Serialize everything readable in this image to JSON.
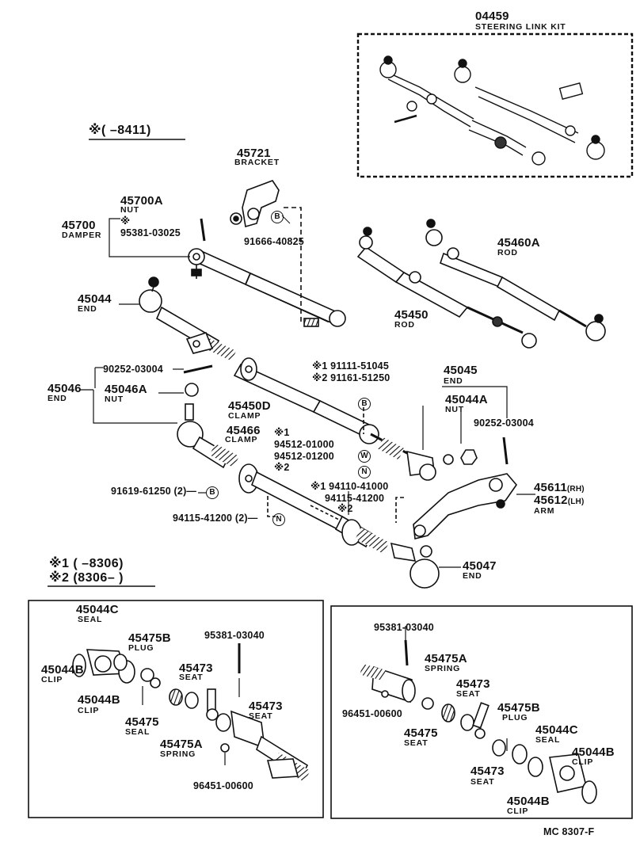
{
  "kit": {
    "part": "04459",
    "name": "STEERING LINK KIT"
  },
  "range_main": "※(    –8411)",
  "bracket": {
    "part": "45721",
    "name": "BRACKET"
  },
  "nut_a": {
    "part": "45700A",
    "name": "NUT"
  },
  "damper": {
    "part": "45700",
    "name": "DAMPER"
  },
  "damper_mark": "※",
  "bolt_95381_03025": "95381-03025",
  "p91666": "91666-40825",
  "circ_b": "B",
  "circ_n": "N",
  "circ_w": "W",
  "rod_a": {
    "part": "45460A",
    "name": "ROD"
  },
  "rod": {
    "part": "45450",
    "name": "ROD"
  },
  "end_45044": {
    "part": "45044",
    "name": "END"
  },
  "pin_90252_left": "90252-03004",
  "end_45046": {
    "part": "45046",
    "name": "END"
  },
  "nut_45046a": {
    "part": "45046A",
    "name": "NUT"
  },
  "clamp_45450d": {
    "part": "45450D",
    "name": "CLAMP"
  },
  "note_1_91111": "※1 91111-51045",
  "note_2_91161": "※2 91161-51250",
  "end_45045": {
    "part": "45045",
    "name": "END"
  },
  "nut_45044a": {
    "part": "45044A",
    "name": "NUT"
  },
  "pin_90252_right": "90252-03004",
  "clamp_45466": {
    "part": "45466",
    "name": "CLAMP"
  },
  "note_1_94512_1000": "※1",
  "p94512_01000": "94512-01000",
  "p94512_01200": "94512-01200",
  "note_2_94512": "※2",
  "p91619": "91619-61250 (2)—",
  "p94115_left": "94115-41200 (2)—",
  "note_1_94110": "※1 94110-41000",
  "p94115_right": "94115-41200",
  "note_2_94115": "※2",
  "arm": {
    "part_rh": "45611",
    "rh": "(RH)",
    "part_lh": "45612",
    "lh": "(LH)",
    "name": "ARM"
  },
  "end_45047": {
    "part": "45047",
    "name": "END"
  },
  "legend": {
    "l1": "※1 (     –8306)",
    "l2": "※2 (8306–         )"
  },
  "left_box": {
    "seal_c": {
      "part": "45044C",
      "name": "SEAL"
    },
    "clip_b1": {
      "part": "45044B",
      "name": "CLIP"
    },
    "clip_b2": {
      "part": "45044B",
      "name": "CLIP"
    },
    "plug": {
      "part": "45475B",
      "name": "PLUG"
    },
    "bolt": "95381-03040",
    "seat1": {
      "part": "45473",
      "name": "SEAT"
    },
    "seat2": {
      "part": "45473",
      "name": "SEAT"
    },
    "seal_45475": {
      "part": "45475",
      "name": "SEAL"
    },
    "spring": {
      "part": "45475A",
      "name": "SPRING"
    },
    "grease": "96451-00600"
  },
  "right_box": {
    "bolt": "95381-03040",
    "spring": {
      "part": "45475A",
      "name": "SPRING"
    },
    "seat1": {
      "part": "45473",
      "name": "SEAT"
    },
    "grease": "96451-00600",
    "seat_45475": {
      "part": "45475",
      "name": "SEAT"
    },
    "plug": {
      "part": "45475B",
      "name": "PLUG"
    },
    "seal_c": {
      "part": "45044C",
      "name": "SEAL"
    },
    "clip_b1": {
      "part": "45044B",
      "name": "CLIP"
    },
    "seat2": {
      "part": "45473",
      "name": "SEAT"
    },
    "clip_b2": {
      "part": "45044B",
      "name": "CLIP"
    }
  },
  "footer": "MC  8307-F"
}
